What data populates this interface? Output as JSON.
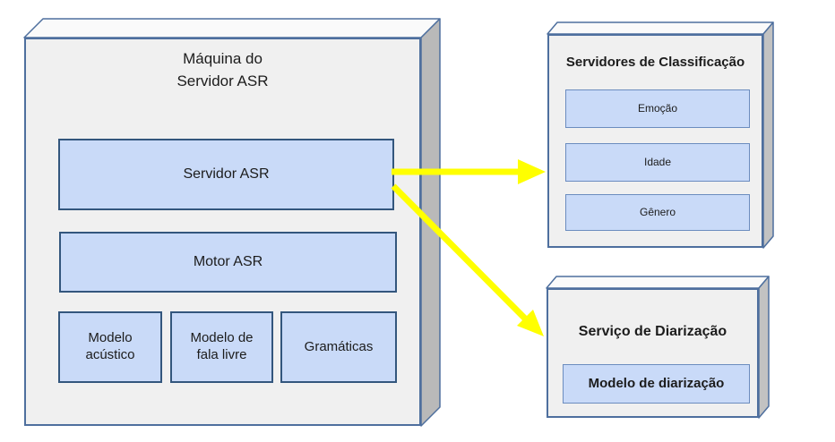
{
  "machine": {
    "title_line1": "Máquina do",
    "title_line2": "Servidor ASR",
    "server_label": "Servidor ASR",
    "engine_label": "Motor ASR",
    "components": [
      "Modelo acústico",
      "Modelo de fala livre",
      "Gramáticas"
    ]
  },
  "classification": {
    "title": "Servidores de Classificação",
    "items": [
      "Emoção",
      "Idade",
      "Gênero"
    ]
  },
  "diarization": {
    "title": "Serviço de Diarização",
    "model_label": "Modelo de diarização"
  },
  "colors": {
    "component_fill": "#c9daf8",
    "component_border": "#33567d",
    "face_fill": "#f0f0f0",
    "top_face_fill": "#fafafa",
    "side_face_fill": "#b9b9b9",
    "outline": "#4e6f9e",
    "arrow": "#ffff00",
    "text": "#1c1c1c"
  }
}
